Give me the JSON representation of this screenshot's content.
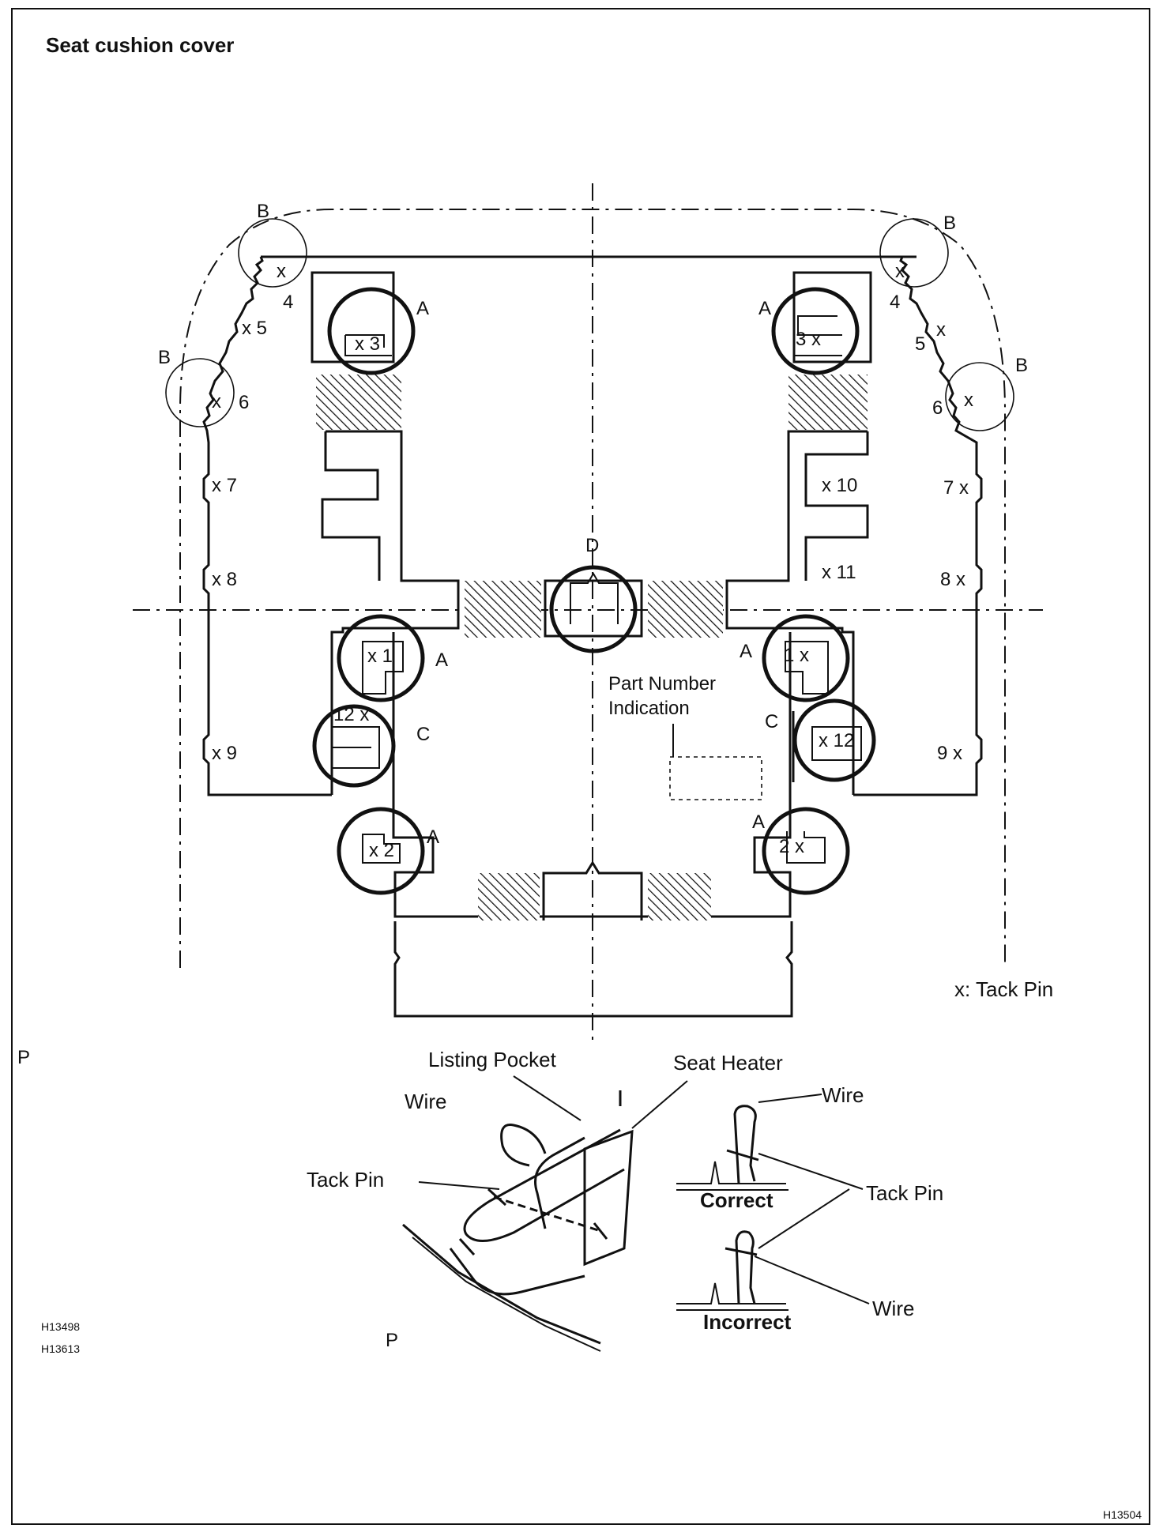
{
  "title": "Seat cushion cover",
  "legend": "x: Tack Pin",
  "callouts": {
    "A": "A",
    "B": "B",
    "C": "C",
    "D": "D"
  },
  "part_number_label": [
    "Part Number",
    "Indication"
  ],
  "pins_left": {
    "p3": "x 3",
    "p1": "x 1",
    "p12": "12 x",
    "p2": "x 2",
    "p4x": "x",
    "p4": "4",
    "p5": "x 5",
    "p6x": "x",
    "p6": "6",
    "p7": "x  7",
    "p8": "x  8",
    "p9": "x  9"
  },
  "pins_right": {
    "p3": "3 x",
    "p1": "1  x",
    "p12": "x 12",
    "p2": "2  x",
    "p10": "x 10",
    "p11": "x 11",
    "p4x": "x",
    "p4": "4",
    "p5": "5",
    "p5x": "x",
    "p6": "6",
    "p6x": "x",
    "p7": "7 x",
    "p8": "8  x",
    "p9": "9  x"
  },
  "detail": {
    "listing_pocket": "Listing Pocket",
    "seat_heater": "Seat Heater",
    "wire": "Wire",
    "tack_pin": "Tack Pin",
    "correct": "Correct",
    "incorrect": "Incorrect"
  },
  "page_marks": {
    "p_left": "P",
    "p_bottom": "P"
  },
  "figure_codes": {
    "code1": "H13498",
    "code2": "H13613",
    "code3": "H13504"
  }
}
